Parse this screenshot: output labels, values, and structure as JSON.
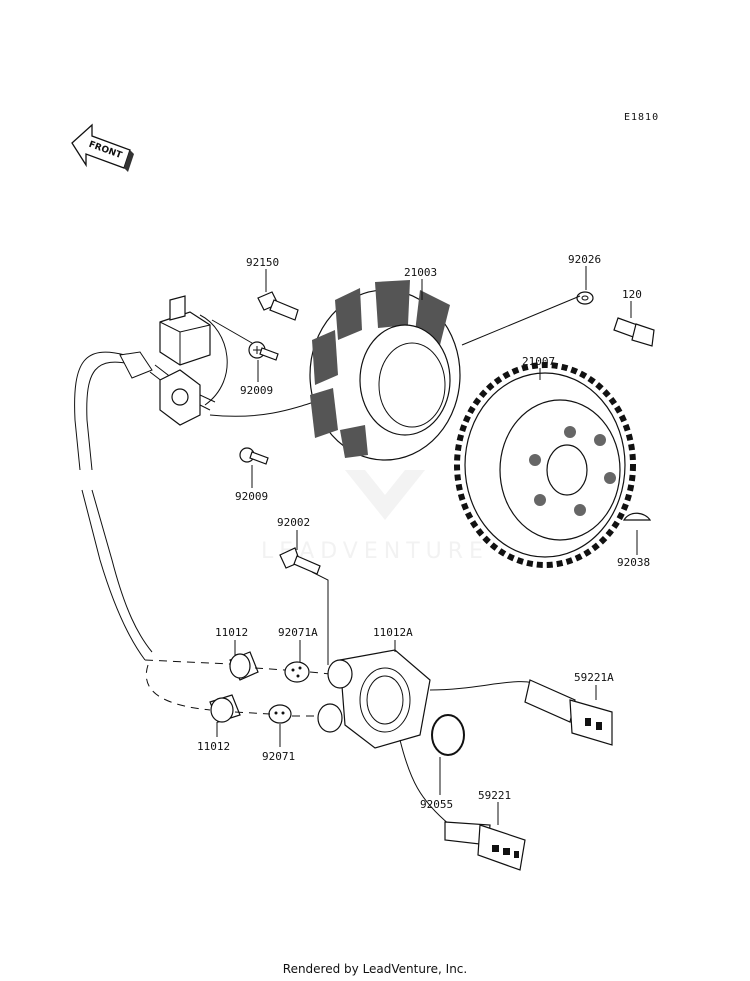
{
  "diagram": {
    "code": "E1810",
    "front_label": "FRONT",
    "watermark": "LEADVENTURE",
    "parts": {
      "p92150": "92150",
      "p21003": "21003",
      "p92026": "92026",
      "p120": "120",
      "p21007": "21007",
      "p92009a": "92009",
      "p92009b": "92009",
      "p92002": "92002",
      "p92038": "92038",
      "p11012a": "11012",
      "p92071a": "92071A",
      "p11012A": "11012A",
      "p59221a": "59221A",
      "p11012b": "11012",
      "p92071": "92071",
      "p92055": "92055",
      "p59221": "59221"
    }
  },
  "footer": "Rendered by LeadVenture, Inc."
}
